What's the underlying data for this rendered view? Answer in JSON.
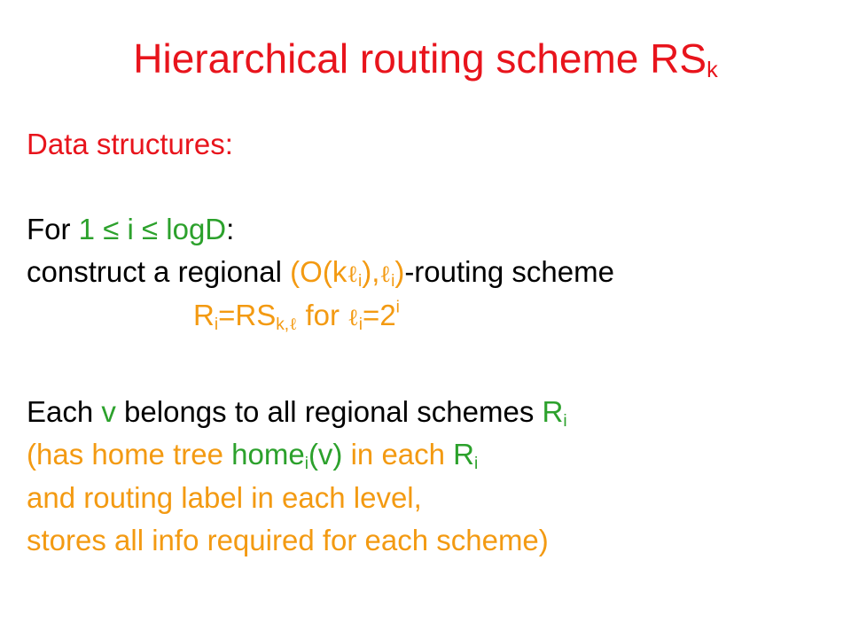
{
  "colors": {
    "red": "#e8141c",
    "green": "#2ca12c",
    "orange": "#f39a12",
    "black": "#000000"
  },
  "title": {
    "main": "Hierarchical routing scheme RS",
    "sub": "k"
  },
  "heading": "Data structures:",
  "for_line": {
    "prefix": "For ",
    "range": "1 ≤ i ≤ logD",
    "suffix": ":"
  },
  "construct_line": {
    "prefix": "construct a regional ",
    "p1": "(O(k",
    "ell": "ℓ",
    "i": "i",
    "p2": "),",
    "p3": ")",
    "suffix": "-routing scheme"
  },
  "ri_line": {
    "R": "R",
    "i": "i",
    "eq_rs": "=RS",
    "sub_k": "k,",
    "ell": "ℓ",
    "for": " for ",
    "eq2": "=2",
    "sup_i": "i"
  },
  "each_line": {
    "prefix": "Each ",
    "v": "v",
    "middle": " belongs to all regional schemes ",
    "R": "R",
    "i": "i"
  },
  "home_line": {
    "p1": "(has home tree ",
    "home": "home",
    "i": "i",
    "v": "(v)",
    "p2": " in each ",
    "R": "R",
    "i2": "i"
  },
  "label_line": "and routing label in each level,",
  "stores_line": "stores all info required for each scheme)"
}
